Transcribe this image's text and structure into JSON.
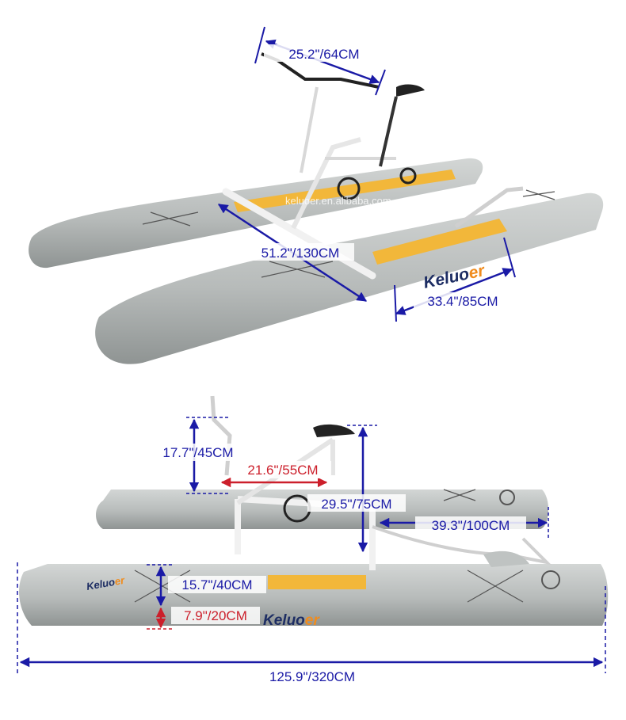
{
  "colors": {
    "dimension_blue": "#1a1aa6",
    "dimension_red": "#cc1f2b",
    "pontoon_gray": "#b9bdbc",
    "pontoon_shadow": "#8f9493",
    "yellow_stripe": "#f2b73a",
    "logo_navy": "#1d2d63",
    "logo_orange": "#f08c1e",
    "frame_white": "#f1f1f1"
  },
  "brand": {
    "logo_main": "Keluo",
    "logo_accent": "er",
    "watermark": "keluoer.en.alibaba.com"
  },
  "top_view": {
    "handlebar_width": "25.2\"/64CM",
    "frame_length": "51.2\"/130CM",
    "pontoon_spacing": "33.4\"/85CM"
  },
  "side_view": {
    "handlebar_height": "17.7\"/45CM",
    "seat_to_handlebar": "21.6\"/55CM",
    "seat_height": "29.5\"/75CM",
    "propeller_arm_length": "39.3\"/100CM",
    "pontoon_height": "15.7\"/40CM",
    "draft_depth": "7.9\"/20CM",
    "overall_length": "125.9\"/320CM"
  },
  "icons": [
    "water-bike-photo-top",
    "water-bike-photo-side",
    "dimension-arrow"
  ]
}
